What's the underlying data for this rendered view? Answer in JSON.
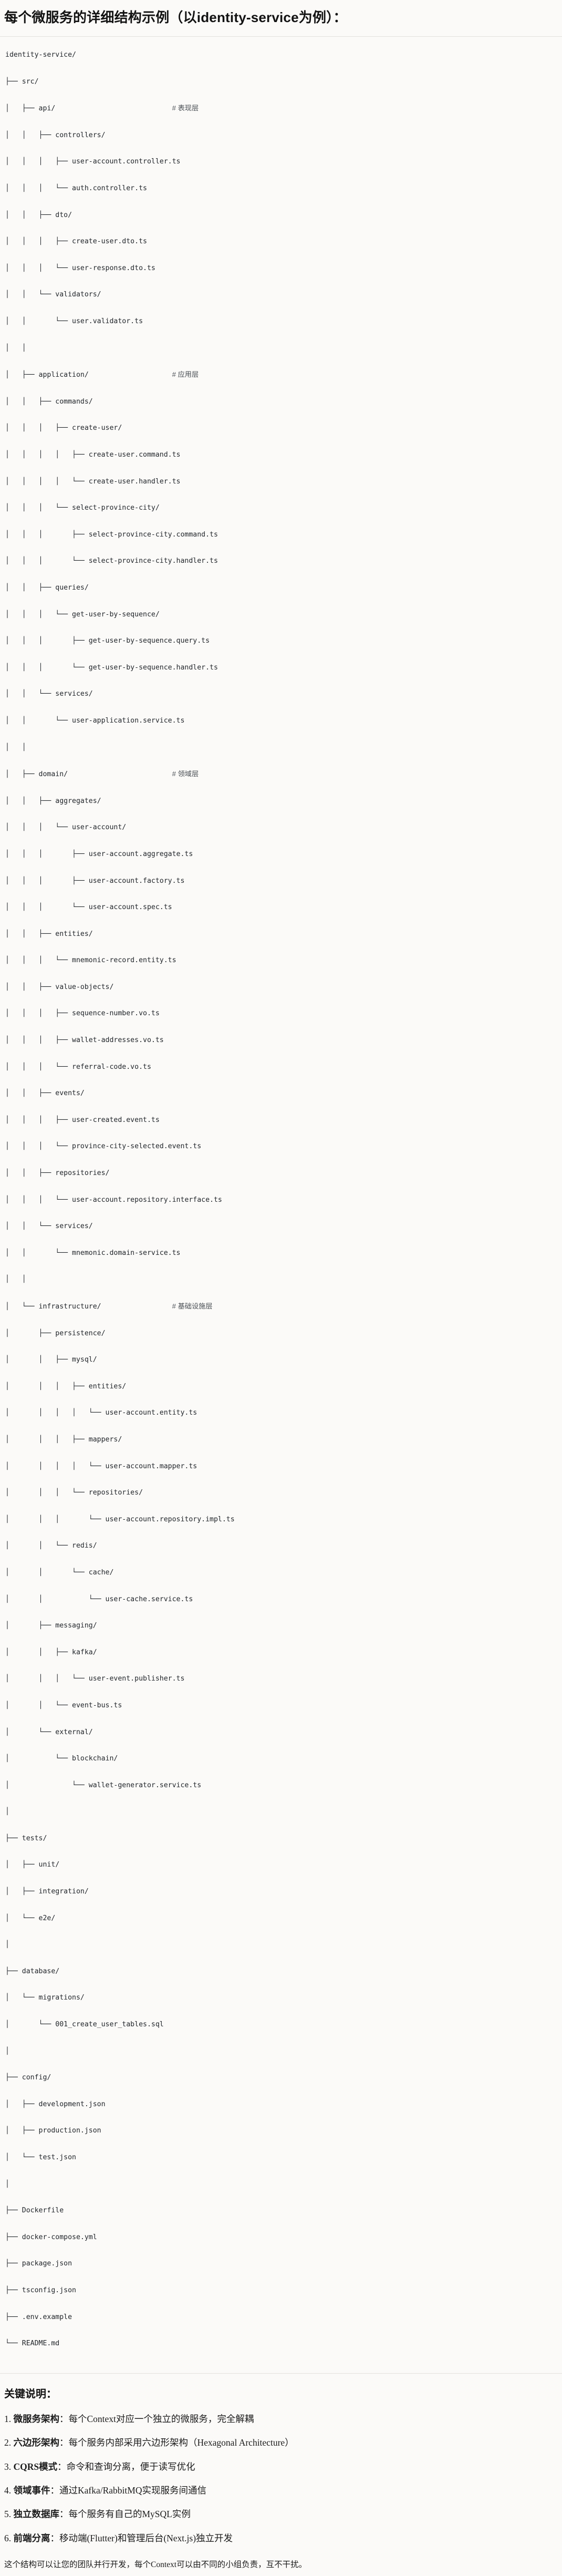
{
  "title": "每个微服务的详细结构示例（以identity-service为例）：",
  "tree": {
    "root": "identity-service/",
    "lines": [
      {
        "prefix": "",
        "name": "identity-service/",
        "comment": ""
      },
      {
        "prefix": "├── ",
        "name": "src/",
        "comment": ""
      },
      {
        "prefix": "│   ├── ",
        "name": "api/",
        "comment": "# 表现层"
      },
      {
        "prefix": "│   │   ├── ",
        "name": "controllers/",
        "comment": ""
      },
      {
        "prefix": "│   │   │   ├── ",
        "name": "user-account.controller.ts",
        "comment": ""
      },
      {
        "prefix": "│   │   │   └── ",
        "name": "auth.controller.ts",
        "comment": ""
      },
      {
        "prefix": "│   │   ├── ",
        "name": "dto/",
        "comment": ""
      },
      {
        "prefix": "│   │   │   ├── ",
        "name": "create-user.dto.ts",
        "comment": ""
      },
      {
        "prefix": "│   │   │   └── ",
        "name": "user-response.dto.ts",
        "comment": ""
      },
      {
        "prefix": "│   │   └── ",
        "name": "validators/",
        "comment": ""
      },
      {
        "prefix": "│   │       └── ",
        "name": "user.validator.ts",
        "comment": ""
      },
      {
        "prefix": "│   │",
        "name": "",
        "comment": ""
      },
      {
        "prefix": "│   ├── ",
        "name": "application/",
        "comment": "# 应用层"
      },
      {
        "prefix": "│   │   ├── ",
        "name": "commands/",
        "comment": ""
      },
      {
        "prefix": "│   │   │   ├── ",
        "name": "create-user/",
        "comment": ""
      },
      {
        "prefix": "│   │   │   │   ├── ",
        "name": "create-user.command.ts",
        "comment": ""
      },
      {
        "prefix": "│   │   │   │   └── ",
        "name": "create-user.handler.ts",
        "comment": ""
      },
      {
        "prefix": "│   │   │   └── ",
        "name": "select-province-city/",
        "comment": ""
      },
      {
        "prefix": "│   │   │       ├── ",
        "name": "select-province-city.command.ts",
        "comment": ""
      },
      {
        "prefix": "│   │   │       └── ",
        "name": "select-province-city.handler.ts",
        "comment": ""
      },
      {
        "prefix": "│   │   ├── ",
        "name": "queries/",
        "comment": ""
      },
      {
        "prefix": "│   │   │   └── ",
        "name": "get-user-by-sequence/",
        "comment": ""
      },
      {
        "prefix": "│   │   │       ├── ",
        "name": "get-user-by-sequence.query.ts",
        "comment": ""
      },
      {
        "prefix": "│   │   │       └── ",
        "name": "get-user-by-sequence.handler.ts",
        "comment": ""
      },
      {
        "prefix": "│   │   └── ",
        "name": "services/",
        "comment": ""
      },
      {
        "prefix": "│   │       └── ",
        "name": "user-application.service.ts",
        "comment": ""
      },
      {
        "prefix": "│   │",
        "name": "",
        "comment": ""
      },
      {
        "prefix": "│   ├── ",
        "name": "domain/",
        "comment": "# 领域层"
      },
      {
        "prefix": "│   │   ├── ",
        "name": "aggregates/",
        "comment": ""
      },
      {
        "prefix": "│   │   │   └── ",
        "name": "user-account/",
        "comment": ""
      },
      {
        "prefix": "│   │   │       ├── ",
        "name": "user-account.aggregate.ts",
        "comment": ""
      },
      {
        "prefix": "│   │   │       ├── ",
        "name": "user-account.factory.ts",
        "comment": ""
      },
      {
        "prefix": "│   │   │       └── ",
        "name": "user-account.spec.ts",
        "comment": ""
      },
      {
        "prefix": "│   │   ├── ",
        "name": "entities/",
        "comment": ""
      },
      {
        "prefix": "│   │   │   └── ",
        "name": "mnemonic-record.entity.ts",
        "comment": ""
      },
      {
        "prefix": "│   │   ├── ",
        "name": "value-objects/",
        "comment": ""
      },
      {
        "prefix": "│   │   │   ├── ",
        "name": "sequence-number.vo.ts",
        "comment": ""
      },
      {
        "prefix": "│   │   │   ├── ",
        "name": "wallet-addresses.vo.ts",
        "comment": ""
      },
      {
        "prefix": "│   │   │   └── ",
        "name": "referral-code.vo.ts",
        "comment": ""
      },
      {
        "prefix": "│   │   ├── ",
        "name": "events/",
        "comment": ""
      },
      {
        "prefix": "│   │   │   ├── ",
        "name": "user-created.event.ts",
        "comment": ""
      },
      {
        "prefix": "│   │   │   └── ",
        "name": "province-city-selected.event.ts",
        "comment": ""
      },
      {
        "prefix": "│   │   ├── ",
        "name": "repositories/",
        "comment": ""
      },
      {
        "prefix": "│   │   │   └── ",
        "name": "user-account.repository.interface.ts",
        "comment": ""
      },
      {
        "prefix": "│   │   └── ",
        "name": "services/",
        "comment": ""
      },
      {
        "prefix": "│   │       └── ",
        "name": "mnemonic.domain-service.ts",
        "comment": ""
      },
      {
        "prefix": "│   │",
        "name": "",
        "comment": ""
      },
      {
        "prefix": "│   └── ",
        "name": "infrastructure/",
        "comment": "# 基础设施层"
      },
      {
        "prefix": "│       ├── ",
        "name": "persistence/",
        "comment": ""
      },
      {
        "prefix": "│       │   ├── ",
        "name": "mysql/",
        "comment": ""
      },
      {
        "prefix": "│       │   │   ├── ",
        "name": "entities/",
        "comment": ""
      },
      {
        "prefix": "│       │   │   │   └── ",
        "name": "user-account.entity.ts",
        "comment": ""
      },
      {
        "prefix": "│       │   │   ├── ",
        "name": "mappers/",
        "comment": ""
      },
      {
        "prefix": "│       │   │   │   └── ",
        "name": "user-account.mapper.ts",
        "comment": ""
      },
      {
        "prefix": "│       │   │   └── ",
        "name": "repositories/",
        "comment": ""
      },
      {
        "prefix": "│       │   │       └── ",
        "name": "user-account.repository.impl.ts",
        "comment": ""
      },
      {
        "prefix": "│       │   └── ",
        "name": "redis/",
        "comment": ""
      },
      {
        "prefix": "│       │       └── ",
        "name": "cache/",
        "comment": ""
      },
      {
        "prefix": "│       │           └── ",
        "name": "user-cache.service.ts",
        "comment": ""
      },
      {
        "prefix": "│       ├── ",
        "name": "messaging/",
        "comment": ""
      },
      {
        "prefix": "│       │   ├── ",
        "name": "kafka/",
        "comment": ""
      },
      {
        "prefix": "│       │   │   └── ",
        "name": "user-event.publisher.ts",
        "comment": ""
      },
      {
        "prefix": "│       │   └── ",
        "name": "event-bus.ts",
        "comment": ""
      },
      {
        "prefix": "│       └── ",
        "name": "external/",
        "comment": ""
      },
      {
        "prefix": "│           └── ",
        "name": "blockchain/",
        "comment": ""
      },
      {
        "prefix": "│               └── ",
        "name": "wallet-generator.service.ts",
        "comment": ""
      },
      {
        "prefix": "│",
        "name": "",
        "comment": ""
      },
      {
        "prefix": "├── ",
        "name": "tests/",
        "comment": ""
      },
      {
        "prefix": "│   ├── ",
        "name": "unit/",
        "comment": ""
      },
      {
        "prefix": "│   ├── ",
        "name": "integration/",
        "comment": ""
      },
      {
        "prefix": "│   └── ",
        "name": "e2e/",
        "comment": ""
      },
      {
        "prefix": "│",
        "name": "",
        "comment": ""
      },
      {
        "prefix": "├── ",
        "name": "database/",
        "comment": ""
      },
      {
        "prefix": "│   └── ",
        "name": "migrations/",
        "comment": ""
      },
      {
        "prefix": "│       └── ",
        "name": "001_create_user_tables.sql",
        "comment": ""
      },
      {
        "prefix": "│",
        "name": "",
        "comment": ""
      },
      {
        "prefix": "├── ",
        "name": "config/",
        "comment": ""
      },
      {
        "prefix": "│   ├── ",
        "name": "development.json",
        "comment": ""
      },
      {
        "prefix": "│   ├── ",
        "name": "production.json",
        "comment": ""
      },
      {
        "prefix": "│   └── ",
        "name": "test.json",
        "comment": ""
      },
      {
        "prefix": "│",
        "name": "",
        "comment": ""
      },
      {
        "prefix": "├── ",
        "name": "Dockerfile",
        "comment": ""
      },
      {
        "prefix": "├── ",
        "name": "docker-compose.yml",
        "comment": ""
      },
      {
        "prefix": "├── ",
        "name": "package.json",
        "comment": ""
      },
      {
        "prefix": "├── ",
        "name": "tsconfig.json",
        "comment": ""
      },
      {
        "prefix": "├── ",
        "name": ".env.example",
        "comment": ""
      },
      {
        "prefix": "└── ",
        "name": "README.md",
        "comment": ""
      }
    ]
  },
  "notes": {
    "heading": "关键说明：",
    "items": [
      {
        "index": "1.",
        "term": "微服务架构",
        "sep": "：",
        "desc": "每个Context对应一个独立的微服务，完全解耦"
      },
      {
        "index": "2.",
        "term": "六边形架构",
        "sep": "：",
        "desc": "每个服务内部采用六边形架构（Hexagonal Architecture）"
      },
      {
        "index": "3.",
        "term": "CQRS模式",
        "sep": "：",
        "desc": "命令和查询分离，便于读写优化"
      },
      {
        "index": "4.",
        "term": "领域事件",
        "sep": "：",
        "desc": "通过Kafka/RabbitMQ实现服务间通信"
      },
      {
        "index": "5.",
        "term": "独立数据库",
        "sep": "：",
        "desc": "每个服务有自己的MySQL实例"
      },
      {
        "index": "6.",
        "term": "前端分离",
        "sep": "：",
        "desc": "移动端(Flutter)和管理后台(Next.js)独立开发"
      }
    ],
    "closing": "这个结构可以让您的团队并行开发，每个Context可以由不同的小组负责，互不干扰。"
  }
}
